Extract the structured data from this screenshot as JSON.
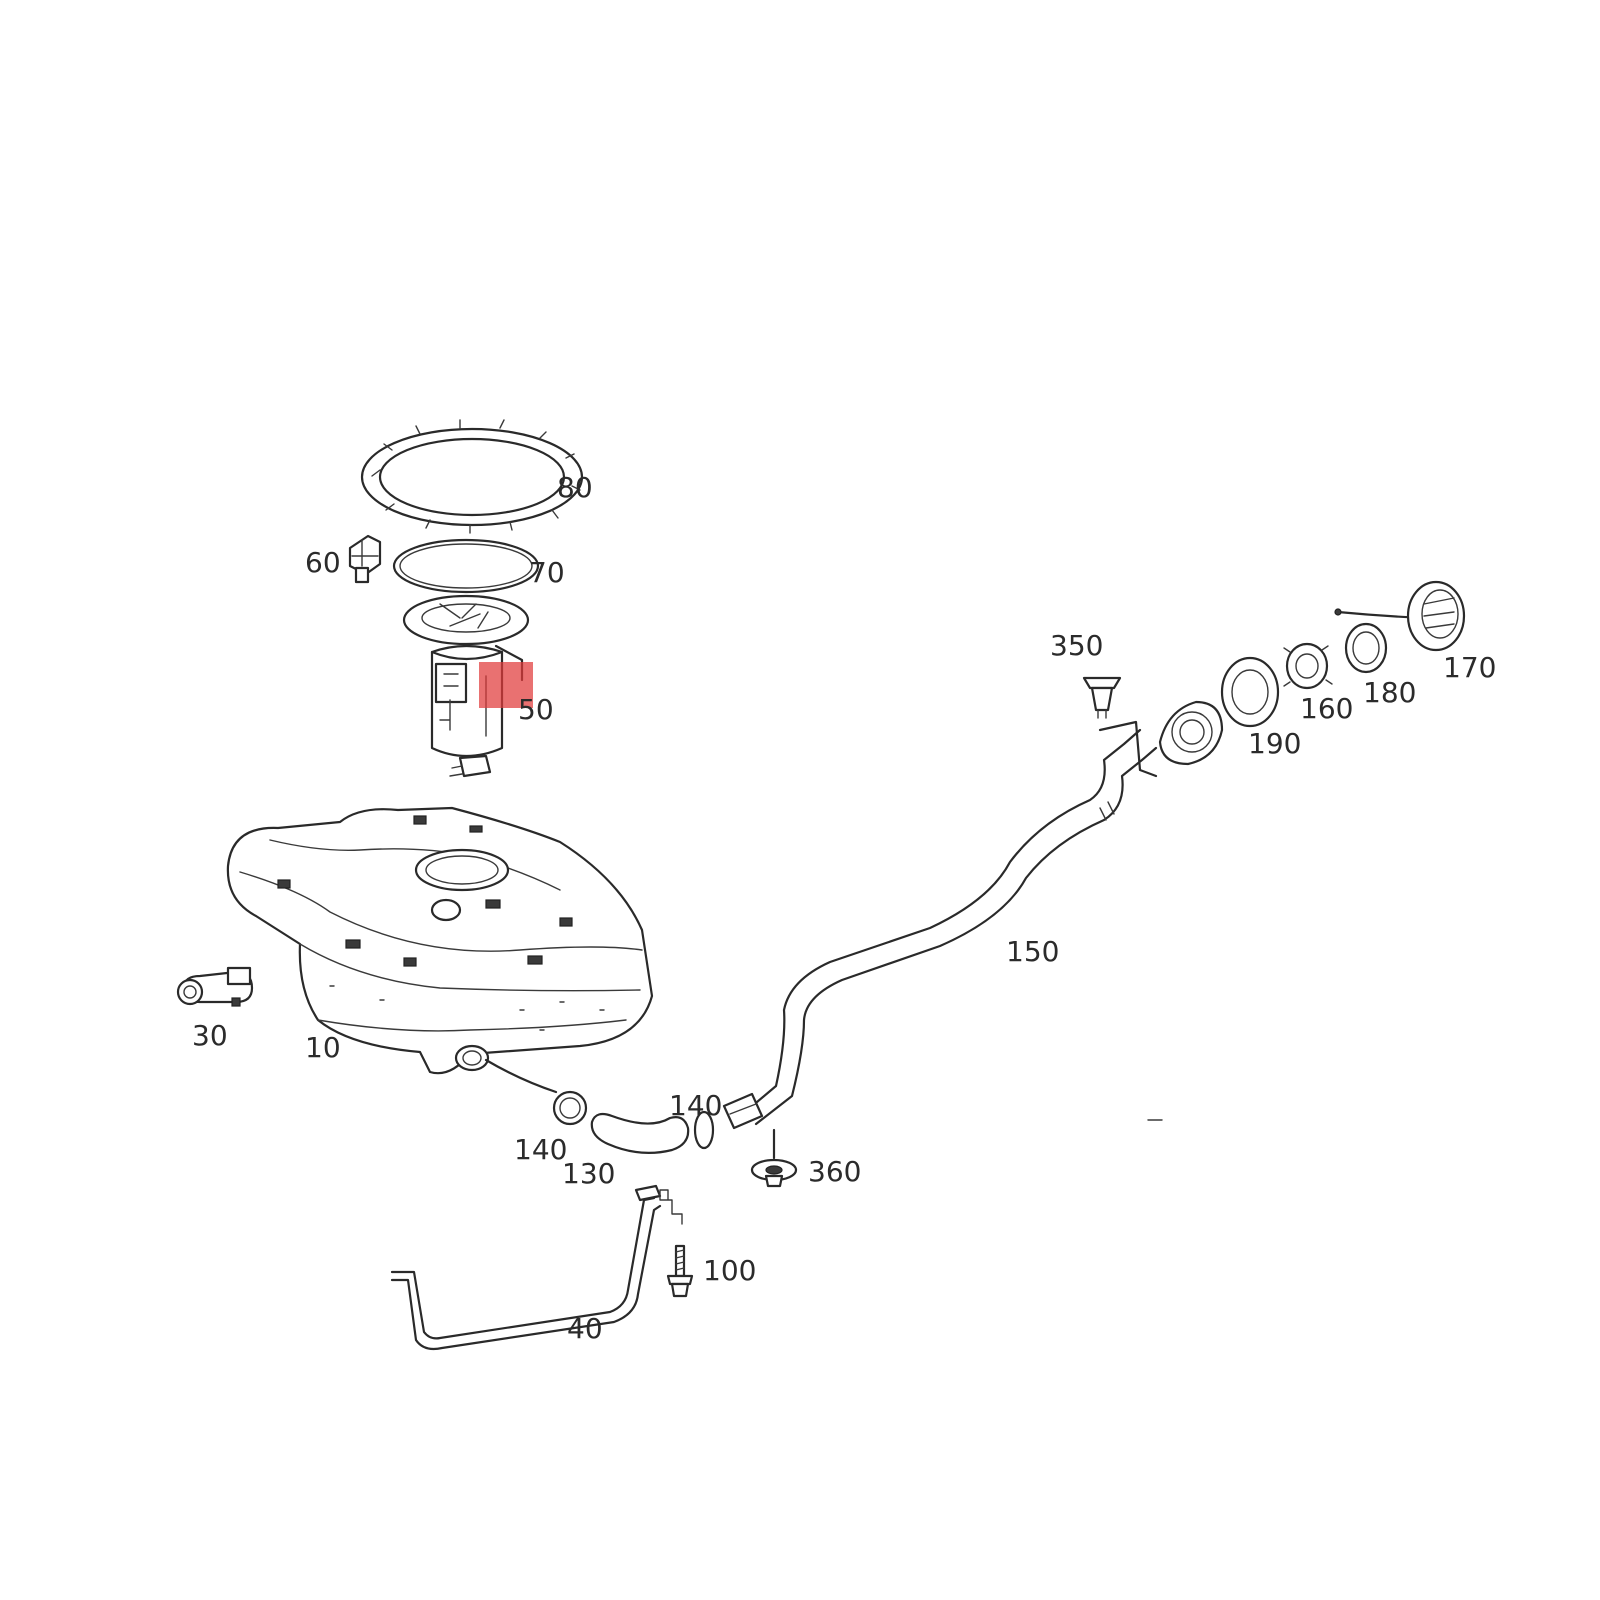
{
  "diagram": {
    "highlight_color": "#e03a3a",
    "callouts": {
      "c80": "80",
      "c70": "70",
      "c60": "60",
      "c50": "50",
      "c30": "30",
      "c10": "10",
      "c350": "350",
      "c190": "190",
      "c160": "160",
      "c180": "180",
      "c170": "170",
      "c150": "150",
      "c140a": "140",
      "c140b": "140",
      "c130": "130",
      "c360": "360",
      "c100": "100",
      "c40": "40"
    }
  }
}
